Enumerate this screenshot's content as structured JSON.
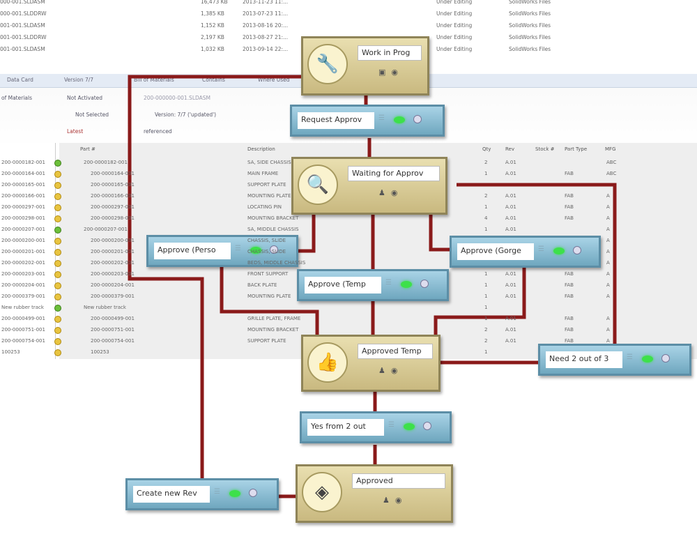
{
  "file_list": [
    {
      "name": "000-001.SLDASM",
      "size": "16,473 KB",
      "date": "2013-11-23 11:...",
      "state": "Under Editing",
      "type": "SolidWorks Files"
    },
    {
      "name": "000-001.SLDDRW",
      "size": "1,385 KB",
      "date": "2013-07-23 11:...",
      "state": "Under Editing",
      "type": "SolidWorks Files"
    },
    {
      "name": "001-001.SLDASM",
      "size": "1,152 KB",
      "date": "2013-08-16 20:...",
      "state": "Under Editing",
      "type": "SolidWorks Files"
    },
    {
      "name": "001-001.SLDDRW",
      "size": "2,197 KB",
      "date": "2013-08-27 21:...",
      "state": "Under Editing",
      "type": "SolidWorks Files"
    },
    {
      "name": "001-001.SLDASM",
      "size": "1,032 KB",
      "date": "2013-09-14 22:...",
      "state": "Under Editing",
      "type": "SolidWorks Files"
    }
  ],
  "tabs": [
    "Data Card",
    "Version 7/7",
    "Bill of Materials",
    "Contains",
    "Where Used"
  ],
  "toolbar": {
    "bom": "of Materials",
    "activated": "Not Activated",
    "selected": "Not Selected",
    "latest": "Latest",
    "file_title": "200-000000-001.SLDASM",
    "version": "Version: 7/7 ('updated')",
    "referenced": "referenced"
  },
  "bom": {
    "headers": [
      "Part #",
      "Description",
      "Qty",
      "Rev",
      "Stock #",
      "Part Type",
      "MFG"
    ],
    "rows": [
      {
        "part": "200-0000182-001",
        "desc": "SA, SIDE CHASSIS",
        "qty": "2",
        "rev": "A.01",
        "type": "",
        "mfg": "ABC",
        "g": true,
        "indent": false
      },
      {
        "part": "200-0000164-001",
        "desc": "MAIN FRAME",
        "qty": "1",
        "rev": "A.01",
        "type": "FAB",
        "mfg": "ABC"
      },
      {
        "part": "200-0000165-001",
        "desc": "SUPPORT PLATE",
        "qty": "",
        "rev": "",
        "type": "",
        "mfg": ""
      },
      {
        "part": "200-0000166-001",
        "desc": "MOUNTING PLATE",
        "qty": "2",
        "rev": "A.01",
        "type": "FAB",
        "mfg": "A"
      },
      {
        "part": "200-0000297-001",
        "desc": "LOCATING PIN",
        "qty": "1",
        "rev": "A.01",
        "type": "FAB",
        "mfg": "A"
      },
      {
        "part": "200-0000298-001",
        "desc": "MOUNTING BRACKET",
        "qty": "4",
        "rev": "A.01",
        "type": "FAB",
        "mfg": "A"
      },
      {
        "part": "200-0000207-001",
        "desc": "SA, MIDDLE CHASSIS",
        "qty": "1",
        "rev": "A.01",
        "type": "",
        "mfg": "A",
        "g": true,
        "indent": false
      },
      {
        "part": "200-0000200-001",
        "desc": "CHASSIS, SLIDE",
        "qty": "",
        "rev": "",
        "type": "",
        "mfg": "A"
      },
      {
        "part": "200-0000201-001",
        "desc": "CHASSIS, SLIDE",
        "qty": "",
        "rev": "",
        "type": "",
        "mfg": "A"
      },
      {
        "part": "200-0000202-001",
        "desc": "BEDS, MIDDLE CHASSIS",
        "qty": "",
        "rev": "",
        "type": "",
        "mfg": "A"
      },
      {
        "part": "200-0000203-001",
        "desc": "FRONT SUPPORT",
        "qty": "1",
        "rev": "A.01",
        "type": "FAB",
        "mfg": "A"
      },
      {
        "part": "200-0000204-001",
        "desc": "BACK PLATE",
        "qty": "1",
        "rev": "A.01",
        "type": "FAB",
        "mfg": "A"
      },
      {
        "part": "200-0000379-001",
        "desc": "MOUNTING PLATE",
        "qty": "1",
        "rev": "A.01",
        "type": "FAB",
        "mfg": "A"
      },
      {
        "part": "New rubber track",
        "desc": "",
        "qty": "1",
        "rev": "",
        "type": "",
        "mfg": "",
        "g": true,
        "indent": false
      },
      {
        "part": "200-0000499-001",
        "desc": "GRILLE PLATE, FRAME",
        "qty": "1",
        "rev": "A.01",
        "type": "FAB",
        "mfg": "A"
      },
      {
        "part": "200-0000751-001",
        "desc": "MOUNTING BRACKET",
        "qty": "2",
        "rev": "A.01",
        "type": "FAB",
        "mfg": "A"
      },
      {
        "part": "200-0000754-001",
        "desc": "SUPPORT PLATE",
        "qty": "2",
        "rev": "A.01",
        "type": "FAB",
        "mfg": "A"
      },
      {
        "part": "100253",
        "desc": "",
        "qty": "1",
        "rev": "",
        "type": "",
        "mfg": ""
      }
    ]
  },
  "workflow": {
    "states": {
      "work": "Work in Prog",
      "waiting": "Waiting for Approv",
      "approved_temp": "Approved Temp",
      "approved": "Approved"
    },
    "transitions": {
      "request": "Request Approv",
      "approve_perso": "Approve (Perso",
      "approve_gorge": "Approve (Gorge",
      "approve_temp": "Approve (Temp",
      "need": "Need 2 out of 3",
      "yes": "Yes from 2 out",
      "create": "Create new Rev"
    },
    "line_color": "#8a1a1a"
  }
}
